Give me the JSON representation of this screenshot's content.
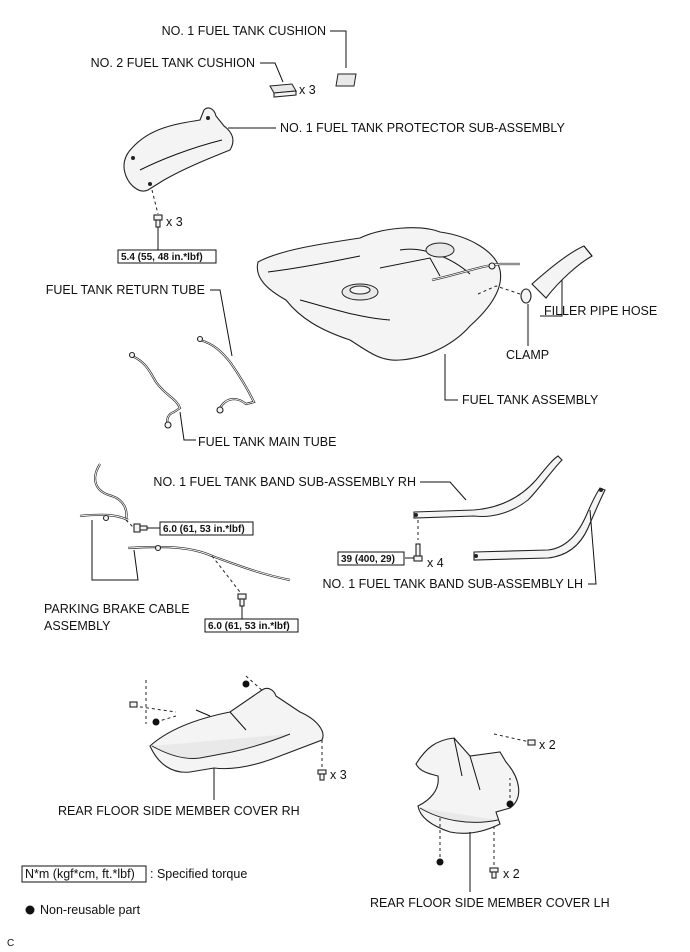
{
  "labels": {
    "cushion1": "NO. 1 FUEL TANK CUSHION",
    "cushion2": "NO. 2 FUEL TANK CUSHION",
    "protector": "NO. 1 FUEL TANK PROTECTOR SUB-ASSEMBLY",
    "filler_hose": "FILLER PIPE HOSE",
    "return_tube": "FUEL TANK RETURN TUBE",
    "clamp": "CLAMP",
    "tank": "FUEL TANK ASSEMBLY",
    "main_tube": "FUEL TANK MAIN TUBE",
    "band_rh": "NO. 1 FUEL TANK BAND SUB-ASSEMBLY RH",
    "band_lh": "NO. 1 FUEL TANK BAND SUB-ASSEMBLY LH",
    "parking_cable_1": "PARKING BRAKE CABLE",
    "parking_cable_2": "ASSEMBLY",
    "cover_rh": "REAR FLOOR SIDE MEMBER COVER RH",
    "cover_lh": "REAR FLOOR SIDE MEMBER COVER LH"
  },
  "quantities": {
    "cushion2_qty": "x 3",
    "protector_bolt_qty": "x 3",
    "band_bolt_qty": "x 4",
    "cover_rh_qty": "x 3",
    "cover_lh_top_qty": "x 2",
    "cover_lh_bottom_qty": "x 2"
  },
  "torques": {
    "protector": "5.4 (55, 48 in.*lbf)",
    "cable_upper": "6.0 (61, 53 in.*lbf)",
    "cable_lower": "6.0 (61, 53 in.*lbf)",
    "band": "39 (400, 29)"
  },
  "legend": {
    "torque_box": "N*m (kgf*cm, ft.*lbf)",
    "torque_text": ": Specified torque",
    "nonreusable_text": "Non-reusable part"
  },
  "corner_code": "C"
}
